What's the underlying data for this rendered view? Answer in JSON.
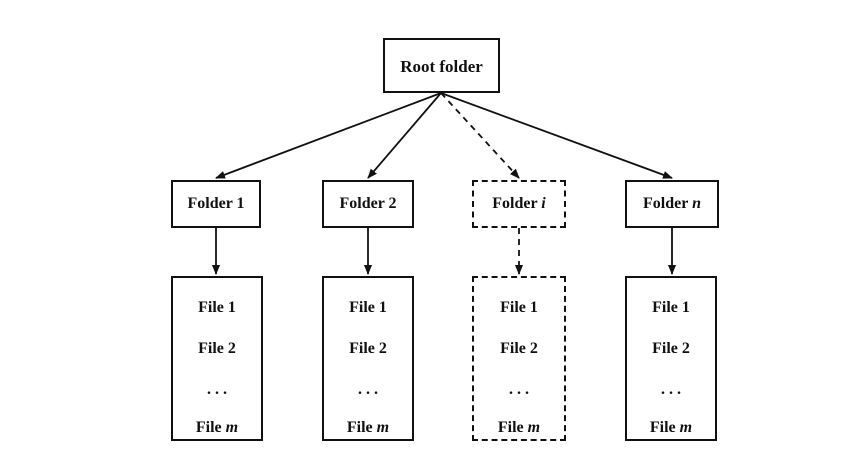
{
  "root": {
    "label": "Root folder"
  },
  "folders": [
    {
      "label": "Folder 1",
      "base": "Folder",
      "index": "1",
      "index_italic": false,
      "dashed": false,
      "files": [
        "File 1",
        "File 2",
        ". . .",
        "File m"
      ]
    },
    {
      "label": "Folder 2",
      "base": "Folder",
      "index": "2",
      "index_italic": false,
      "dashed": false,
      "files": [
        "File 1",
        "File 2",
        ". . .",
        "File m"
      ]
    },
    {
      "label": "Folder i",
      "base": "Folder",
      "index": "i",
      "index_italic": true,
      "dashed": true,
      "files": [
        "File 1",
        "File 2",
        ". . .",
        "File m"
      ]
    },
    {
      "label": "Folder n",
      "base": "Folder",
      "index": "n",
      "index_italic": true,
      "dashed": false,
      "files": [
        "File 1",
        "File 2",
        ". . .",
        "File m"
      ]
    }
  ],
  "colors": {
    "stroke": "#111111",
    "background": "#ffffff"
  }
}
